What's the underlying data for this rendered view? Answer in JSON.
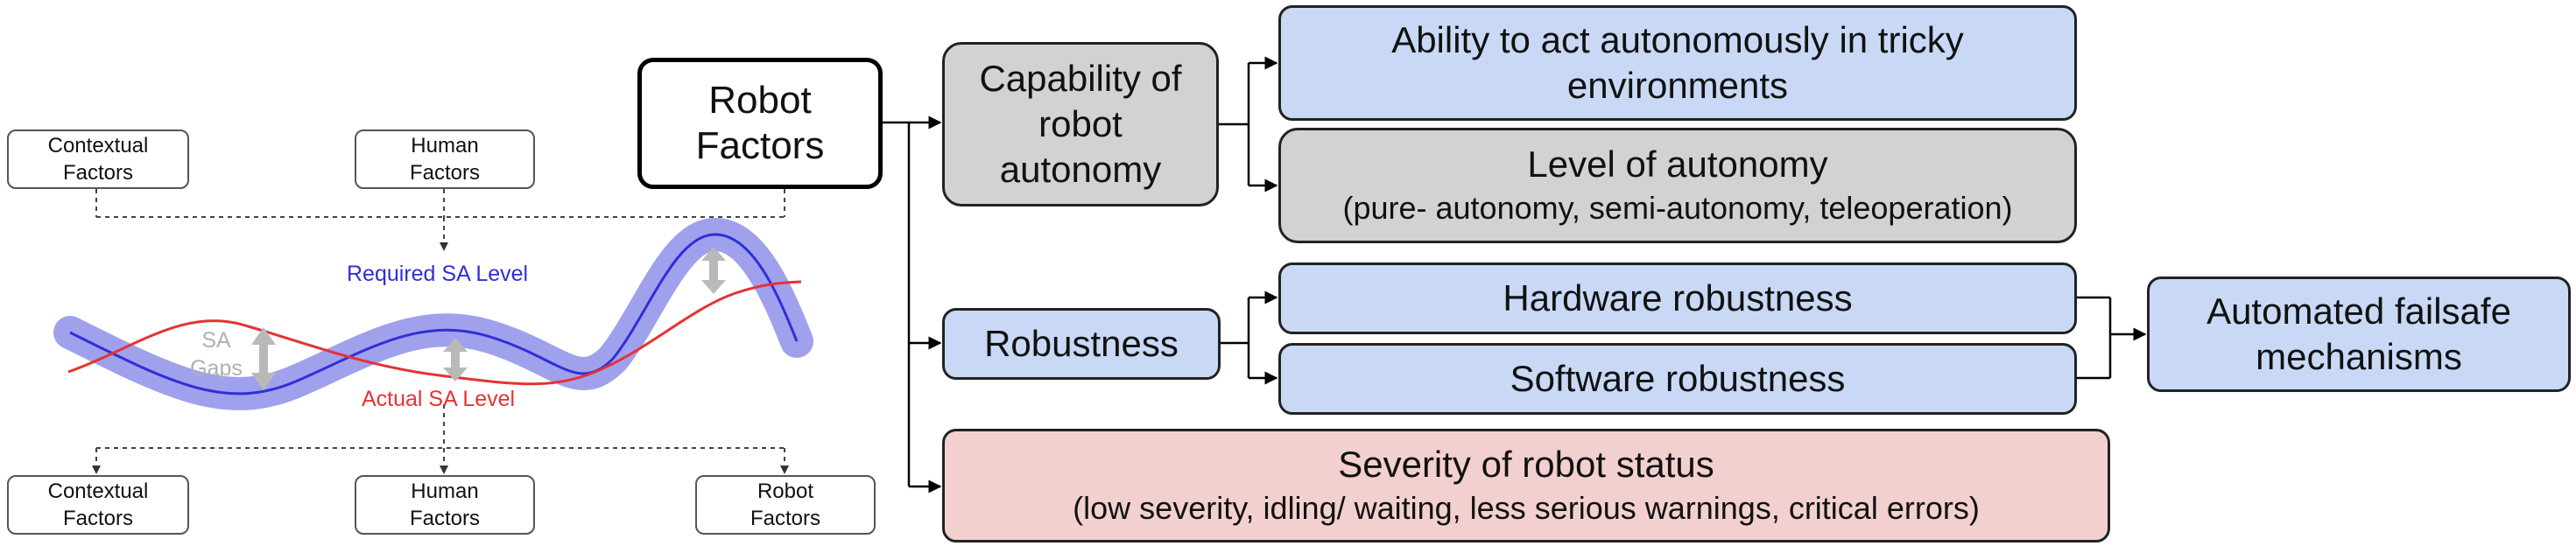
{
  "left_panel": {
    "top_factors": {
      "contextual": "Contextual\nFactors",
      "human": "Human\nFactors"
    },
    "bottom_factors": {
      "contextual": "Contextual\nFactors",
      "human": "Human\nFactors",
      "robot": "Robot\nFactors"
    },
    "required_sa_label": "Required SA Level",
    "actual_sa_label": "Actual SA Level",
    "sa_gaps_label": "SA\nGaps",
    "colors": {
      "required": "#2f2fd8",
      "required_band": "#8e91ea",
      "actual": "#e63232",
      "gaps": "#b9b9b9"
    }
  },
  "robot_factors": {
    "label": "Robot\nFactors"
  },
  "capability": {
    "label": "Capability of\nrobot\nautonomy"
  },
  "ability": {
    "label": "Ability to act autonomously in tricky\nenvironments"
  },
  "level": {
    "title": "Level of autonomy",
    "detail": "(pure- autonomy, semi-autonomy, teleoperation)"
  },
  "robustness": {
    "label": "Robustness"
  },
  "hardware": {
    "label": "Hardware robustness"
  },
  "software": {
    "label": "Software robustness"
  },
  "failsafe": {
    "label": "Automated failsafe\nmechanisms"
  },
  "severity": {
    "title": "Severity of robot status",
    "detail": "(low severity, idling/ waiting, less serious warnings, critical errors)"
  },
  "colors": {
    "gray_fill": "#d2d2d2",
    "blue_fill": "#c9d9f5",
    "pink_fill": "#f3d0d0",
    "border": "#222222"
  }
}
